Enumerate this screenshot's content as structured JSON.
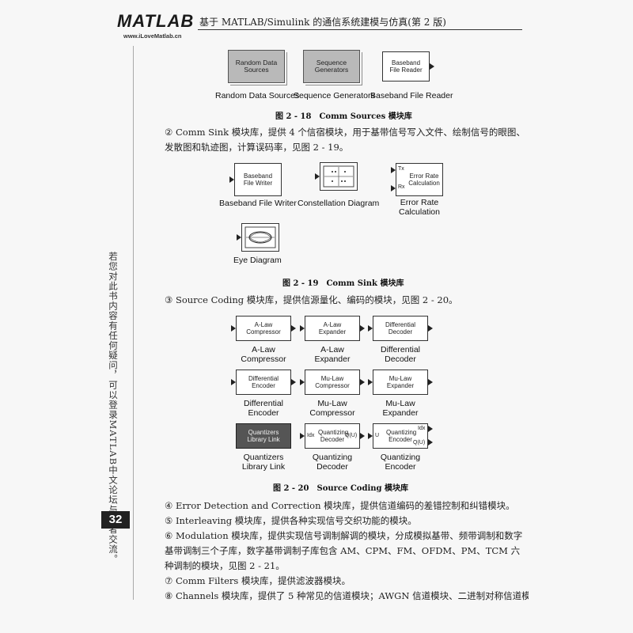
{
  "header": {
    "logo_text": "MATLAB",
    "logo_sub": "www.iLoveMatlab.cn",
    "title": "基于 MATLAB/Simulink 的通信系统建模与仿真(第 2 版)"
  },
  "side_note": "若您对此书内容有任何疑问，可以登录MATLAB中文论坛与作者交流。",
  "page_number": "32",
  "fig18": {
    "blocks": [
      "Random Data Sources",
      "Sequence Generators",
      "Baseband File Reader"
    ],
    "labels": [
      "Random Data Sources",
      "Sequence Generators",
      "Baseband File Reader"
    ],
    "caption": "图 2 - 18　Comm Sources 模块库"
  },
  "para_sink": "② Comm Sink 模块库，提供 4 个信宿模块，用于基带信号写入文件、绘制信号的眼图、发散图和轨迹图，计算误码率，见图 2 - 19。",
  "fig19": {
    "writer_block": "Baseband File Writer",
    "erc_block": "Error Rate Calculation",
    "erc_tx": "Tx",
    "erc_rx": "Rx",
    "labels": [
      "Baseband File Writer",
      "Constellation Diagram",
      "Error Rate Calculation",
      "Eye Diagram"
    ],
    "caption": "图 2 - 19　Comm Sink 模块库"
  },
  "para_coding": "③ Source Coding 模块库，提供信源量化、编码的模块，见图 2 - 20。",
  "fig20": {
    "blocks": [
      "A-Law Compressor",
      "A-Law Expander",
      "Differential Decoder",
      "Differential Encoder",
      "Mu-Law Compressor",
      "Mu-Law Expander",
      "Quantizers Library Link",
      "Quantizing Decoder",
      "Quantizing Encoder"
    ],
    "labels": [
      "A-Law Compressor",
      "A-Law Expander",
      "Differential Decoder",
      "Differential Encoder",
      "Mu-Law Compressor",
      "Mu-Law Expander",
      "Quantizers Library Link",
      "Quantizing Decoder",
      "Quantizing Encoder"
    ],
    "qd_idx": "Idx",
    "qd_q": "Q(U)",
    "qe_u": "U",
    "qe_idx": "Idx",
    "qe_q": "Q(U)",
    "caption": "图 2 - 20　Source Coding 模块库"
  },
  "paras_bottom": [
    "④ Error Detection and Correction 模块库，提供信道编码的差错控制和纠错模块。",
    "⑤ Interleaving 模块库，提供各种实现信号交织功能的模块。",
    "⑥ Modulation 模块库，提供实现信号调制解调的模块，分成模拟基带、频带调制和数字基带调制三个子库，数字基带调制子库包含 AM、CPM、FM、OFDM、PM、TCM 六种调制的模块，见图 2 - 21。",
    "⑦ Comm Filters 模块库，提供滤波器模块。",
    "⑧ Channels 模块库，提供了 5 种常见的信道模块；AWGN 信道模块、二进制对称信道模"
  ]
}
